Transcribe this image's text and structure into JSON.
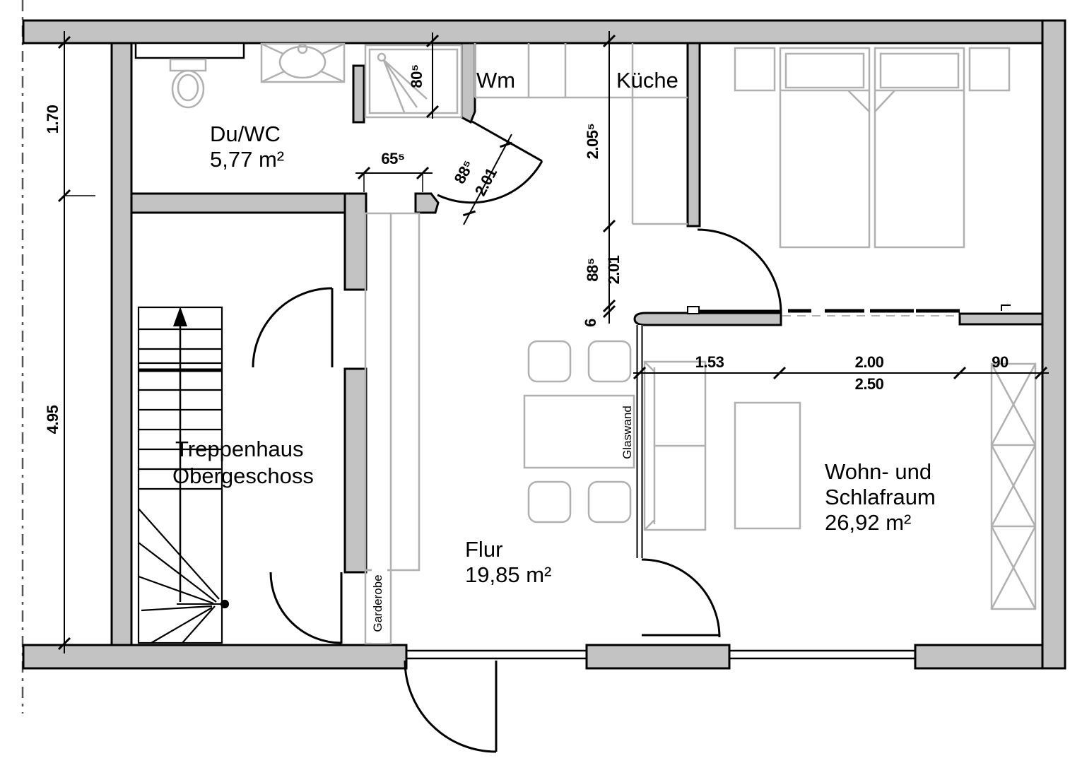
{
  "rooms": {
    "duwc_name": "Du/WC",
    "duwc_area": "5,77 m²",
    "stairs_line1": "Treppenhaus",
    "stairs_line2": "Obergeschoss",
    "flur_name": "Flur",
    "flur_area": "19,85 m²",
    "kitchen_name": "Küche",
    "living_line1": "Wohn- und",
    "living_line2": "Schlafraum",
    "living_area": "26,92 m²"
  },
  "labels": {
    "washing_machine": "Wm",
    "glass_wall": "Glaswand",
    "wardrobe": "Garderobe"
  },
  "dimensions": {
    "left_top": "1.70",
    "left_bottom": "4.95",
    "shower_width": "80⁵",
    "niche_width": "65⁵",
    "duwc_door_width": "88⁵",
    "duwc_door_height": "2.01",
    "kitchen_depth": "2.05⁵",
    "bedroom_door_width": "88⁵",
    "bedroom_door_height": "2.01",
    "wall_gap": "6",
    "bottom_seg1": "1.53",
    "bottom_seg2": "2.00",
    "bottom_seg3": "90",
    "bottom_total": "2.50"
  },
  "colors": {
    "wall_fill": "#c3c3c3",
    "line": "#000000",
    "furniture": "#b0b0b0"
  }
}
